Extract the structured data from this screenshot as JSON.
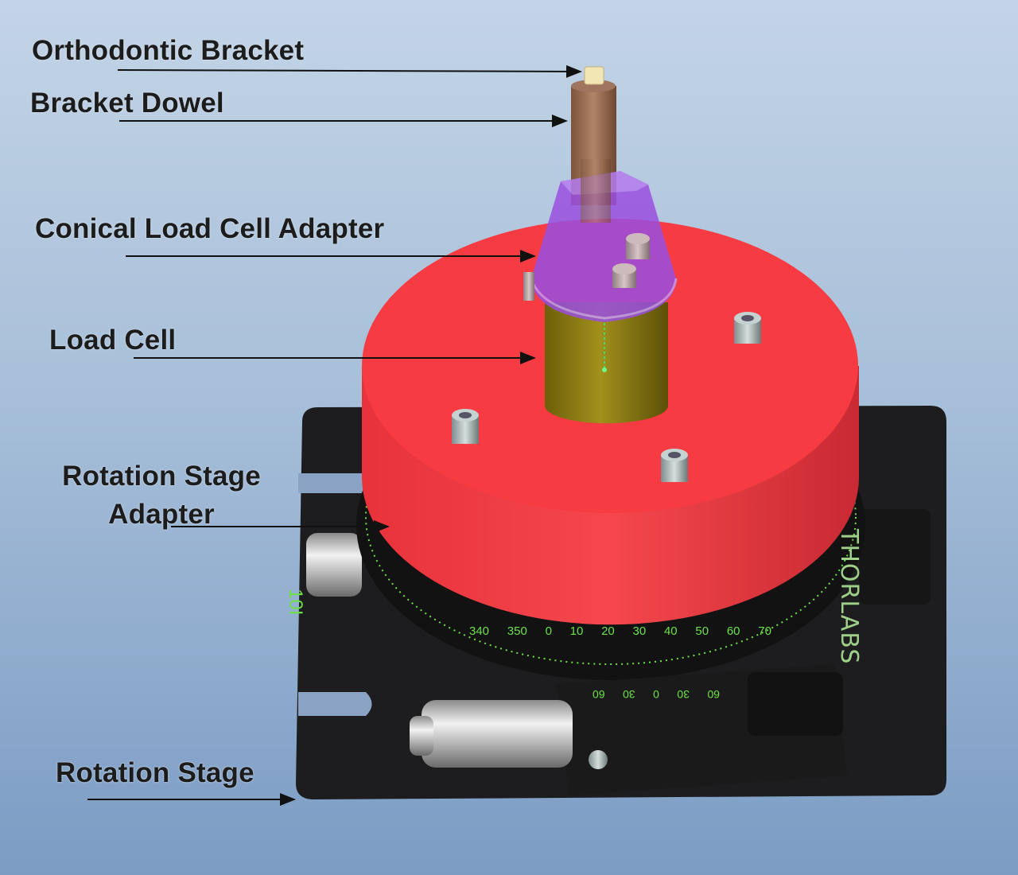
{
  "labels": {
    "orthodontic_bracket": "Orthodontic Bracket",
    "bracket_dowel": "Bracket Dowel",
    "conical_adapter": "Conical Load Cell Adapter",
    "load_cell": "Load Cell",
    "rotation_stage_adapter_line1": "Rotation Stage",
    "rotation_stage_adapter_line2": "Adapter",
    "rotation_stage": "Rotation Stage"
  },
  "device_markings": {
    "brand": "THORLABS",
    "model": "10I",
    "dial_scale": [
      "340",
      "350",
      "0",
      "10",
      "20",
      "30",
      "40",
      "50",
      "60",
      "70"
    ],
    "vernier_scale": [
      "60",
      "30",
      "0",
      "30",
      "60"
    ]
  },
  "colors": {
    "adapter_red": "#f43d44",
    "cone_purple": "#9a4fe0",
    "load_cell_olive": "#8f7e10",
    "dowel_brown": "#9a6a4e",
    "stage_black": "#1c1c1e",
    "scale_green": "#6ee04a"
  }
}
